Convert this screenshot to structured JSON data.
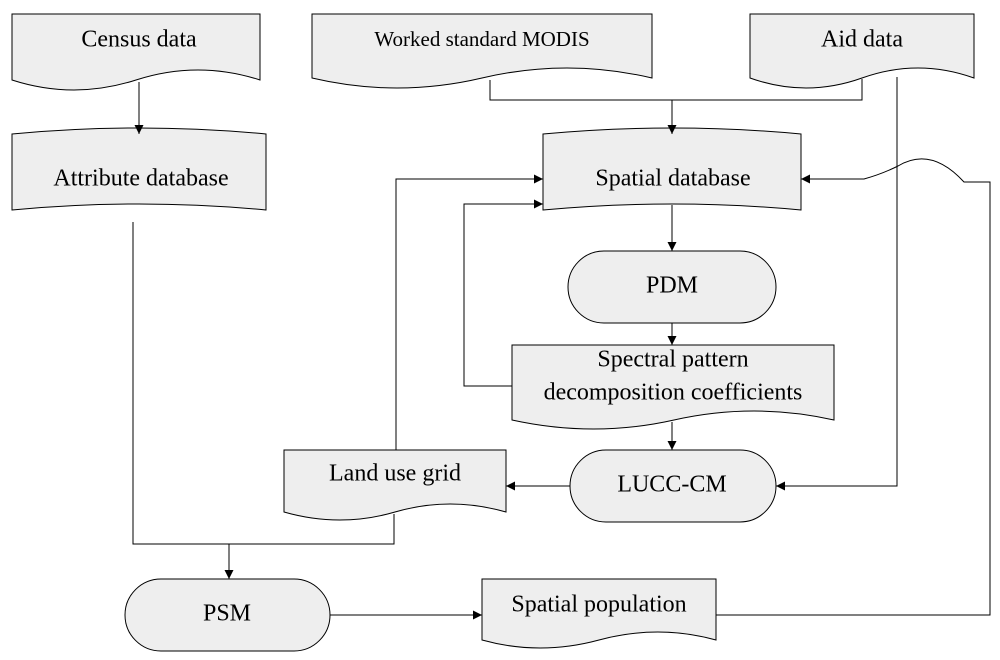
{
  "nodes": {
    "census_data": "Census data",
    "worked_modis": "Worked standard MODIS",
    "aid_data": "Aid data",
    "attribute_database": "Attribute database",
    "spatial_database": "Spatial database",
    "pdm": "PDM",
    "spectral_line1": "Spectral pattern",
    "spectral_line2": "decomposition coefficients",
    "lucc_cm": "LUCC-CM",
    "land_use_grid": "Land use grid",
    "psm": "PSM",
    "spatial_population": "Spatial population"
  },
  "colors": {
    "node_fill": "#eeeeee",
    "stroke": "#000000",
    "background": "#ffffff"
  }
}
